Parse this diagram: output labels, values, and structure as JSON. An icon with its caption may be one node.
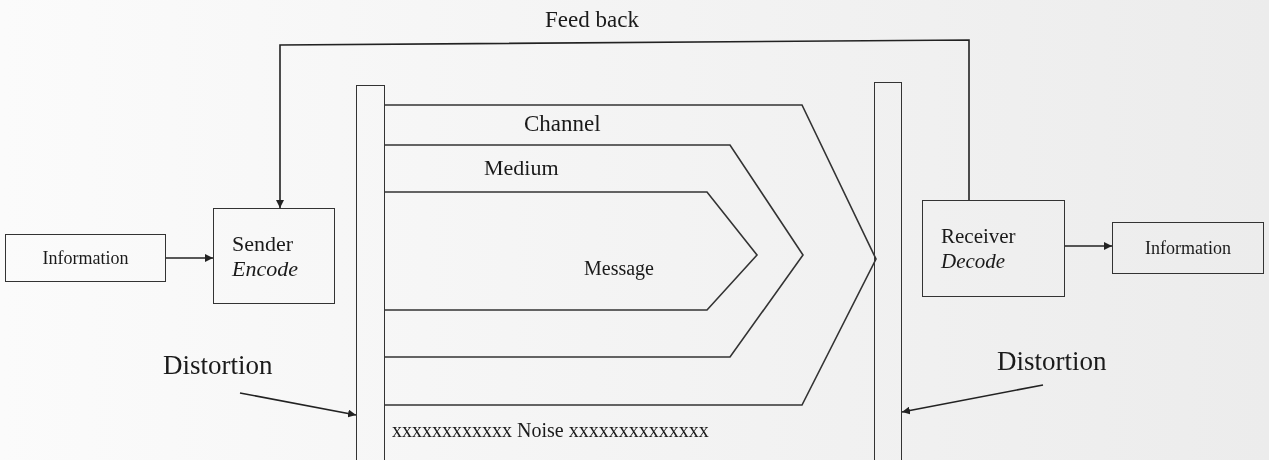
{
  "diagram": {
    "nodes": [
      {
        "text": [
          "Information"
        ]
      },
      {
        "text": [
          "Sender",
          "Encode"
        ]
      },
      {
        "text": [],
        "shape": "bar"
      },
      {
        "text": [
          "Channel"
        ]
      },
      {
        "text": [
          "Medium"
        ],
        "in": 3
      },
      {
        "text": [
          "Message"
        ],
        "in": 4
      },
      {
        "text": [],
        "shape": "bar"
      },
      {
        "text": [
          "Receiver",
          "Decode"
        ]
      },
      {
        "text": [
          "Information"
        ]
      },
      {
        "text": [
          "Distortion"
        ]
      },
      {
        "text": [
          "Distortion"
        ]
      }
    ],
    "edges": [
      {
        "from": 0,
        "to": 1,
        "arrow": "to"
      },
      {
        "from": 7,
        "to": 1,
        "arrow": "to",
        "label": "Feed back"
      },
      {
        "from": 7,
        "to": 8,
        "arrow": "to"
      },
      {
        "from": 9,
        "to": 2,
        "arrow": "to"
      },
      {
        "from": 10,
        "to": 6,
        "arrow": "to"
      }
    ],
    "labels": [
      "xxxxxxxxxxxx Noise xxxxxxxxxxxxxx"
    ]
  }
}
